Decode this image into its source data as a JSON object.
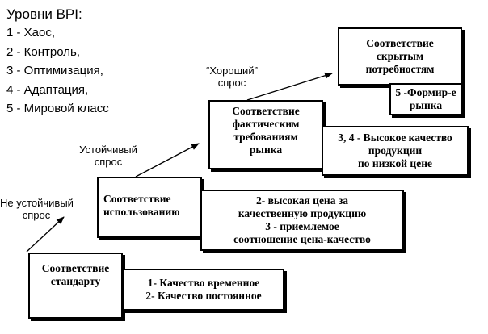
{
  "legend": {
    "title": "Уровни BPI:",
    "items": [
      "1 - Хаос,",
      "2 - Контроль,",
      "3 - Оптимизация,",
      "4 - Адаптация,",
      "5 - Мировой класс"
    ]
  },
  "labels": {
    "unstable": [
      "Не устойчивый",
      "спрос"
    ],
    "stable": [
      "Устойчивый",
      "спрос"
    ],
    "good": [
      "“Хороший”",
      "спрос"
    ]
  },
  "levels": {
    "standard": [
      "Соответствие",
      "стандарту"
    ],
    "usage": [
      "Соответствие",
      "использованию"
    ],
    "market": [
      "Соответствие",
      "фактическим",
      "требованиям",
      "рынка"
    ],
    "hidden": [
      "Соответствие",
      "скрытым",
      "потребностям"
    ]
  },
  "notes": {
    "quality": [
      "1- Качество временное",
      "2- Качество постоянное"
    ],
    "price": [
      "2- высокая цена за",
      "качественную продукцию",
      "3 - приемлемое",
      "соотношение цена-качество"
    ],
    "high_quality": [
      "3, 4 - Высокое качество",
      "продукции",
      "по низкой цене"
    ],
    "forming": [
      "5 -Формир-е",
      "рынка"
    ]
  }
}
